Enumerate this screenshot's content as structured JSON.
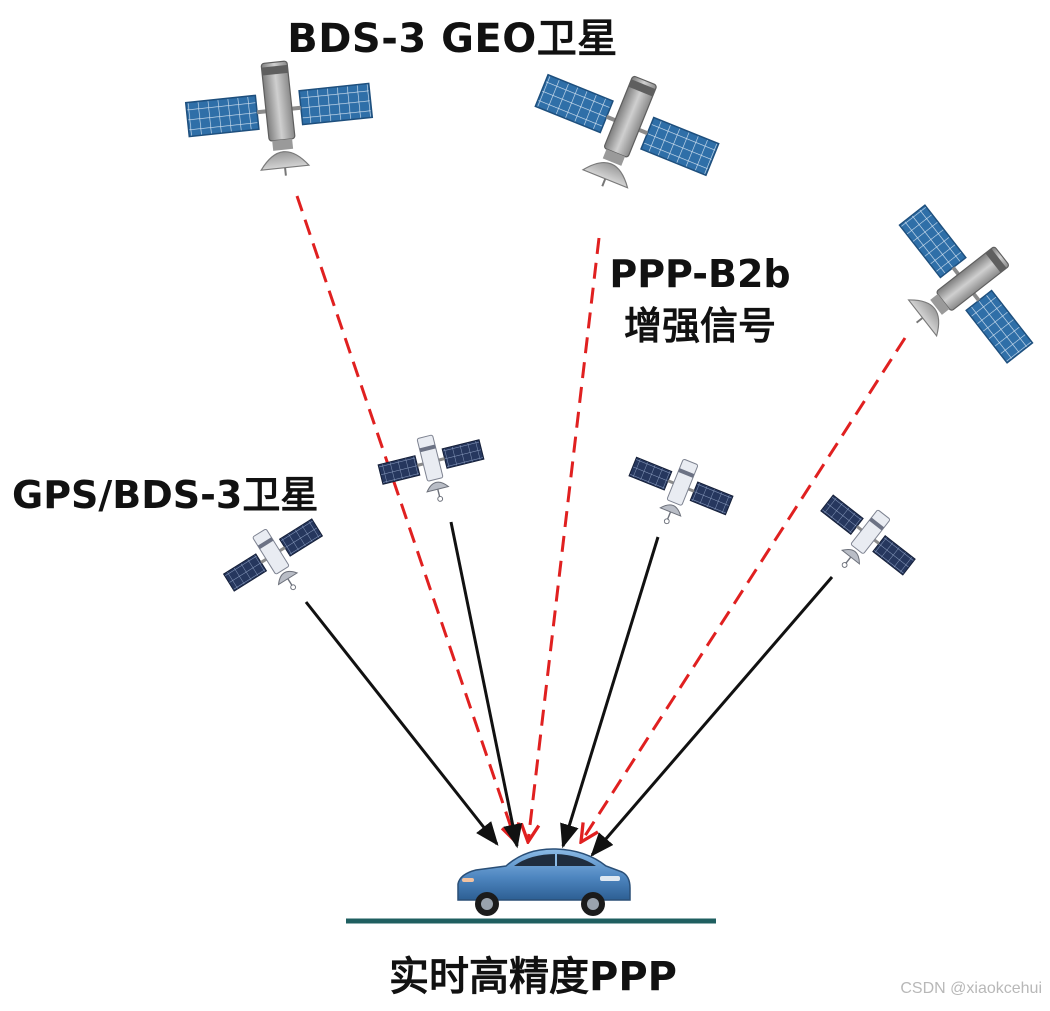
{
  "labels": {
    "geo_satellites": "BDS-3 GEO卫星",
    "signal_line1": "PPP-B2b",
    "signal_line2": "增强信号",
    "nav_satellites": "GPS/BDS-3卫星",
    "receiver": "实时高精度PPP"
  },
  "watermark": "CSDN @xiaokcehui",
  "colors": {
    "geo_link": "#e02020",
    "nav_link": "#111111",
    "ground": "#1f5f60",
    "car_body": "#5b93c9",
    "geo_panel": "#2f6fa8",
    "nav_panel": "#26375e"
  },
  "icons": {
    "geo": "satellite-icon",
    "nav": "satellite-icon",
    "receiver": "car-icon"
  }
}
